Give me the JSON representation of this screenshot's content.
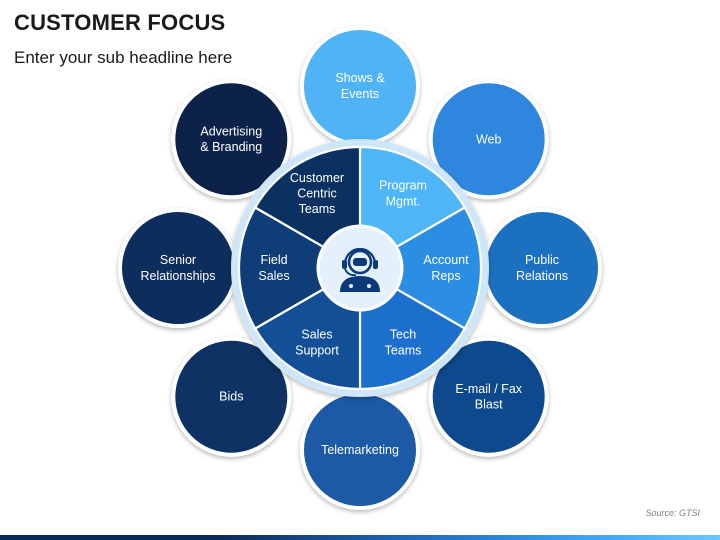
{
  "header": {
    "title": "CUSTOMER FOCUS",
    "subtitle": "Enter your sub headline here"
  },
  "outer_circles": [
    {
      "lines": [
        "Shows &",
        "Events"
      ],
      "color": "#4fb3f5"
    },
    {
      "lines": [
        "Web"
      ],
      "color": "#2e86de"
    },
    {
      "lines": [
        "Public",
        "Relations"
      ],
      "color": "#1f6fc0"
    },
    {
      "lines": [
        "E-mail / Fax",
        "Blast"
      ],
      "color": "#114a8c"
    },
    {
      "lines": [
        "Telemarketing"
      ],
      "color": "#1a5aa5"
    },
    {
      "lines": [
        "Bids"
      ],
      "color": "#0d3263"
    },
    {
      "lines": [
        "Senior",
        "Relationships"
      ],
      "color": "#0c2e5b"
    },
    {
      "lines": [
        "Advertising",
        "& Branding"
      ],
      "color": "#08234a"
    }
  ],
  "segments": [
    {
      "lines": [
        "Program",
        "Mgmt."
      ],
      "color": "#4eb6f7"
    },
    {
      "lines": [
        "Account",
        "Reps"
      ],
      "color": "#2c8ee3"
    },
    {
      "lines": [
        "Tech",
        "Teams"
      ],
      "color": "#1c6fcc"
    },
    {
      "lines": [
        "Sales",
        "Support"
      ],
      "color": "#134f96"
    },
    {
      "lines": [
        "Field",
        "Sales"
      ],
      "color": "#0e3d78"
    },
    {
      "lines": [
        "Customer",
        "Centric",
        "Teams"
      ],
      "color": "#0b3163"
    }
  ],
  "center_icon": "customer-headset-icon",
  "colors": {
    "ring": "#cfe6f8",
    "center_fill": "#e4f1fb",
    "icon": "#0d3b7a",
    "outer_ring_stroke": "#ffffff"
  },
  "source": "Source: GTSI"
}
